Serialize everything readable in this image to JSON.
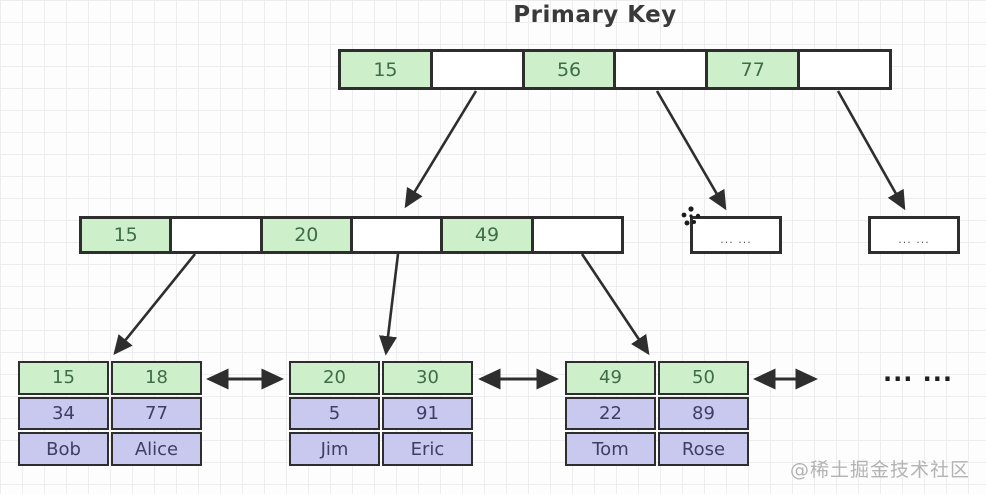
{
  "title": "Primary Key",
  "watermark": "@稀土掘金技术社区",
  "colors": {
    "key_cell_fill": "#cdf0cb",
    "key_cell_text": "#3f6b47",
    "data_cell_fill": "#c9c8ef",
    "data_cell_text": "#3e3e63",
    "border": "#2e2e2e",
    "grid_line": "#ededf0",
    "watermark_text": "#b3b3b3",
    "title_text": "#3a3a3a"
  },
  "tree": {
    "root": {
      "cells": [
        "15",
        "",
        "56",
        "",
        "77",
        ""
      ]
    },
    "internal": {
      "cells": [
        "15",
        "",
        "20",
        "",
        "49",
        ""
      ]
    },
    "collapsed_nodes": [
      {
        "label": "... ..."
      },
      {
        "label": "... ..."
      }
    ],
    "leaves": [
      {
        "rows": [
          [
            "15",
            "18"
          ],
          [
            "34",
            "77"
          ],
          [
            "Bob",
            "Alice"
          ]
        ]
      },
      {
        "rows": [
          [
            "20",
            "30"
          ],
          [
            "5",
            "91"
          ],
          [
            "Jim",
            "Eric"
          ]
        ]
      },
      {
        "rows": [
          [
            "49",
            "50"
          ],
          [
            "22",
            "89"
          ],
          [
            "Tom",
            "Rose"
          ]
        ]
      }
    ],
    "more_leaves_label": "... ..."
  }
}
